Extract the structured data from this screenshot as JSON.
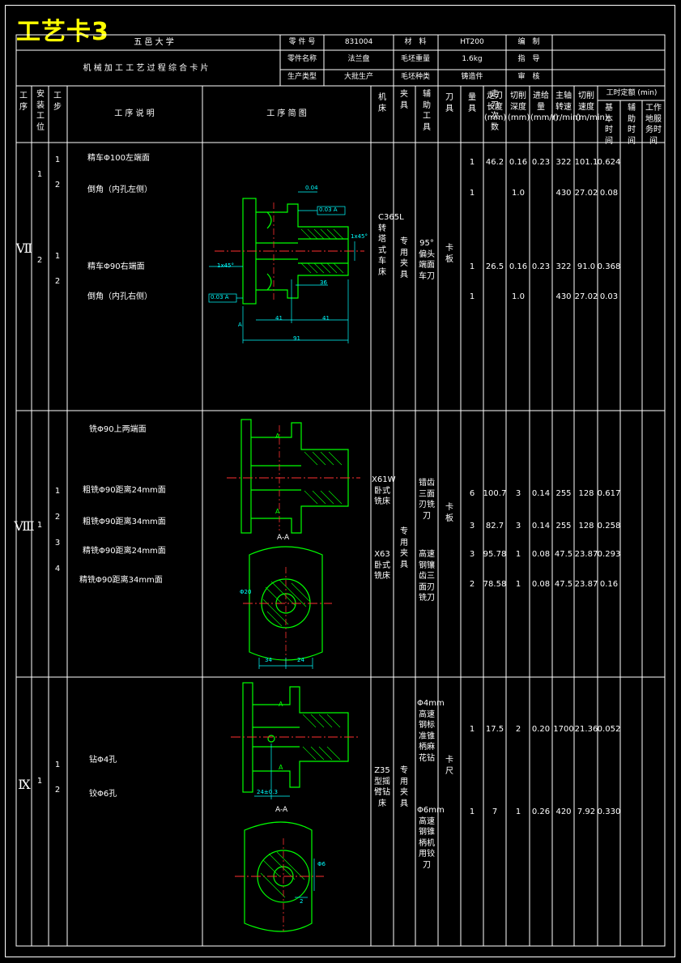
{
  "card_title": "工艺卡3",
  "header": {
    "school": "五 邑 大 学",
    "card_name": "机 械 加 工 工 艺 过 程 综 合 卡 片",
    "part_no_label": "零 件 号",
    "part_no": "831004",
    "material_label": "材　料",
    "material": "HT200",
    "compiler_label": "编　制",
    "part_name_label": "零件名称",
    "part_name": "法兰盘",
    "blank_weight_label": "毛坯重量",
    "blank_weight": "1.6kg",
    "instructor_label": "指　导",
    "production_type_label": "生产类型",
    "production_type": "大批生产",
    "blank_type_label": "毛坯种类",
    "blank_type": "铸造件",
    "reviewer_label": "审　核"
  },
  "columns": {
    "process": "工序",
    "setup": "安装工位",
    "step": "工步",
    "desc": "工 序 说 明",
    "sketch": "工 序 简 图",
    "machine": "机床",
    "fixture": "夹具",
    "aux_tool": "辅助工具",
    "tool": "刀具",
    "gauge": "量具",
    "passes": "走刀次数",
    "length": "走刀长度(mm)",
    "depth": "切削深度(mm)",
    "feed": "进给量(mm/r)",
    "speed": "主轴转速(r/min)",
    "cut_speed": "切削速度(m/min)",
    "quota": "工时定额 (min)",
    "basic": "基本时间",
    "aux_time": "辅助时间",
    "service": "工作地服务时间"
  },
  "processes": [
    {
      "roman": "Ⅶ",
      "setups": [
        "1",
        "2"
      ],
      "steps": [
        "1",
        "2",
        "1",
        "2"
      ],
      "descs": [
        "精车Φ100左端面",
        "倒角（内孔左侧）",
        "精车Φ90右端面",
        "倒角（内孔右侧）"
      ],
      "machine": "C365L转塔式车床",
      "fixture": "专用夹具",
      "tool": "95°偏头端面车刀",
      "gauge": "卡板",
      "rows": [
        [
          "1",
          "46.2",
          "0.16",
          "0.23",
          "322",
          "101.1",
          "0.624"
        ],
        [
          "1",
          "",
          "1.0",
          "",
          "430",
          "27.02",
          "0.08"
        ],
        [
          "1",
          "26.5",
          "0.16",
          "0.23",
          "322",
          "91.0",
          "0.368"
        ],
        [
          "1",
          "",
          "1.0",
          "",
          "430",
          "27.02",
          "0.03"
        ]
      ],
      "dims": [
        "0.04",
        "0.03 A",
        "0.03 A",
        "1x45°",
        "1x45°",
        "36",
        "41",
        "41",
        "91",
        "A"
      ]
    },
    {
      "roman": "Ⅷ",
      "setups": [
        "1"
      ],
      "steps": [
        "1",
        "2",
        "3",
        "4"
      ],
      "descs": [
        "铣Φ90上两端面",
        "粗铣Φ90距离24mm面",
        "粗铣Φ90距离34mm面",
        "精铣Φ90距离24mm面",
        "精铣Φ90距离34mm面"
      ],
      "machine_a": "X61W卧式铣床",
      "machine_b": "X63卧式铣床",
      "fixture": "专用夹具",
      "tool_a": "错齿三面刃铣刀",
      "tool_b": "高速钢镶齿三面刃铣刀",
      "gauge": "卡板",
      "rows": [
        [
          "6",
          "100.7",
          "3",
          "0.14",
          "255",
          "128",
          "0.617"
        ],
        [
          "3",
          "82.7",
          "3",
          "0.14",
          "255",
          "128",
          "0.258"
        ],
        [
          "3",
          "95.78",
          "1",
          "0.08",
          "47.5",
          "23.87",
          "0.293"
        ],
        [
          "2",
          "78.58",
          "1",
          "0.08",
          "47.5",
          "23.87",
          "0.16"
        ]
      ],
      "dims": [
        "A",
        "A",
        "A-A",
        "34",
        "24",
        "Φ20"
      ]
    },
    {
      "roman": "Ⅸ",
      "setups": [
        "1"
      ],
      "steps": [
        "1",
        "2"
      ],
      "descs": [
        "钻Φ4孔",
        "铰Φ6孔"
      ],
      "machine": "Z35型摇臂钻床",
      "fixture": "专用夹具",
      "tool_a": "Φ4mm高速钢标准锥柄麻花钻",
      "tool_b": "Φ6mm高速钢锥柄机用铰刀",
      "gauge": "卡尺",
      "rows": [
        [
          "1",
          "17.5",
          "2",
          "0.20",
          "1700",
          "21.36",
          "0.052"
        ],
        [
          "1",
          "7",
          "1",
          "0.26",
          "420",
          "7.92",
          "0.330"
        ]
      ],
      "dims": [
        "A",
        "A",
        "A-A",
        "24±0.3",
        "Φ6",
        "2"
      ]
    }
  ]
}
